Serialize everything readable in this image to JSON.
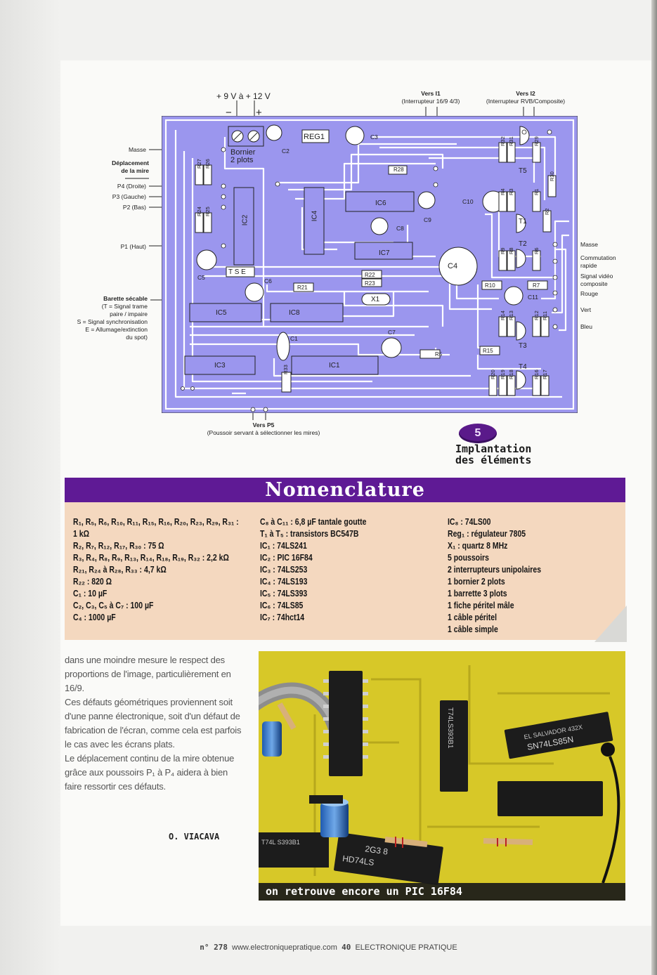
{
  "figure": {
    "supply_label": "+ 9 V à + 12 V",
    "minus": "−",
    "plus": "+",
    "vers_i1": "Vers I1",
    "vers_i1_sub": "(Interrupteur 16/9 4/3)",
    "vers_i2": "Vers I2",
    "vers_i2_sub": "(Interrupteur RVB/Composite)",
    "vers_p5": "Vers P5",
    "vers_p5_sub": "(Poussoir servant à sélectionner les mires)",
    "left_labels": {
      "masse": "Masse",
      "deplacement_1": "Déplacement",
      "deplacement_2": "de la mire",
      "p4": "P4 (Droite)",
      "p3": "P3 (Gauche)",
      "p2": "P2 (Bas)",
      "p1": "P1 (Haut)",
      "barette": "Barette sécable",
      "barette_1": "(T = Signal trame",
      "barette_2": "paire / impaire",
      "barette_3": "S = Signal synchronisation",
      "barette_4": "E = Allumage/extinction",
      "barette_5": "du spot)"
    },
    "right_labels": {
      "masse": "Masse",
      "commutation_1": "Commutation",
      "commutation_2": "rapide",
      "signal_1": "Signal vidéo",
      "signal_2": "composite",
      "rouge": "Rouge",
      "vert": "Vert",
      "bleu": "Bleu"
    },
    "components": {
      "bornier_1": "Bornier",
      "bornier_2": "2 plots",
      "reg1": "REG1",
      "c1": "C1",
      "c2": "C2",
      "c3": "C3",
      "c4": "C4",
      "c5": "C5",
      "c6": "C6",
      "c7": "C7",
      "c8": "C8",
      "c9": "C9",
      "c10": "C10",
      "c11": "C11",
      "ic1": "IC1",
      "ic2": "IC2",
      "ic3": "IC3",
      "ic4": "IC4",
      "ic5": "IC5",
      "ic6": "IC6",
      "ic7": "IC7",
      "ic8": "IC8",
      "x1": "X1",
      "t1": "T1",
      "t2": "T2",
      "t3": "T3",
      "t4": "T4",
      "t5": "T5",
      "tse": "T S E",
      "r1": "R1",
      "r2": "R2",
      "r3": "R3",
      "r4": "R4",
      "r5": "R5",
      "r6": "R6",
      "r7": "R7",
      "r8": "R8",
      "r9": "R9",
      "r10": "R10",
      "r11": "R11",
      "r12": "R12",
      "r13": "R13",
      "r14": "R14",
      "r15": "R15",
      "r16": "R16",
      "r17": "R17",
      "r18": "R18",
      "r19": "R19",
      "r20": "R20",
      "r21": "R21",
      "r22": "R22",
      "r23": "R23",
      "r24": "R24",
      "r25": "R25",
      "r26": "R26",
      "r27": "R27",
      "r28": "R28",
      "r29": "R29",
      "r30": "R30",
      "r31": "R31",
      "r32": "R32",
      "r33": "R33"
    },
    "number": "5",
    "title_1": "Implantation",
    "title_2": "des éléments"
  },
  "nomenclature": {
    "title": "Nomenclature",
    "col1": [
      "R₁, R₅, R₆, R₁₀, R₁₁, R₁₅, R₁₆, R₂₀, R₂₃, R₂₉, R₃₁ :",
      "1 kΩ",
      "R₂, R₇, R₁₂, R₁₇, R₃₀ : 75 Ω",
      "R₃, R₄, R₈, R₉, R₁₃, R₁₄, R₁₈, R₁₉, R₃₂ : 2,2 kΩ",
      "R₂₁, R₂₄ à R₂₈, R₃₃ : 4,7 kΩ",
      "R₂₂ : 820 Ω",
      "C₁ : 10 µF",
      "C₂, C₃, C₅ à C₇ : 100 µF",
      "C₄ : 1000 µF"
    ],
    "col2": [
      "C₈ à C₁₁ : 6,8 µF tantale goutte",
      "T₁ à T₅ : transistors BC547B",
      "IC₁ : 74LS241",
      "IC₂ : PIC 16F84",
      "IC₃ : 74LS253",
      "IC₄ : 74LS193",
      "IC₅ : 74LS393",
      "IC₆ : 74LS85",
      "IC₇ : 74hct14"
    ],
    "col3": [
      "IC₈ : 74LS00",
      "Reg₁ : régulateur 7805",
      "X₁ : quartz 8 MHz",
      "5 poussoirs",
      "2 interrupteurs unipolaires",
      "1 bornier 2 plots",
      "1 barrette 3 plots",
      "1 fiche péritel mâle",
      "1 câble péritel",
      "1 câble simple"
    ]
  },
  "article": {
    "p1": "dans une moindre mesure le respect des proportions de l'image, particulièrement en 16/9.",
    "p2": "Ces défauts géométriques proviennent soit d'une panne électronique, soit d'un défaut de fabrication de l'écran, comme cela est parfois le cas avec les écrans plats.",
    "p3": "Le déplacement continu de la mire obtenue grâce aux poussoirs P₁ à P₄ aidera à bien faire ressortir ces défauts.",
    "author": "O. VIACAVA"
  },
  "photo": {
    "caption": "on retrouve encore un PIC 16F84",
    "chip_1": "SN74LS85N",
    "chip_1b": "EL SALVADOR 432X",
    "chip_2": "T74LS393B1",
    "chip_3": "T74L S393B1",
    "chip_4": "2G3 8",
    "chip_5": "HD74LS"
  },
  "footer": {
    "issue": "n° 278",
    "url": "www.electroniquepratique.com",
    "page": "40",
    "magazine": "ELECTRONIQUE PRATIQUE"
  },
  "colors": {
    "board": "#9b96ee",
    "track": "#ffffff",
    "nomenclature_bar": "#5f1a95",
    "nomenclature_bg": "#f4d8bf",
    "photo_board": "#d9cb27"
  }
}
